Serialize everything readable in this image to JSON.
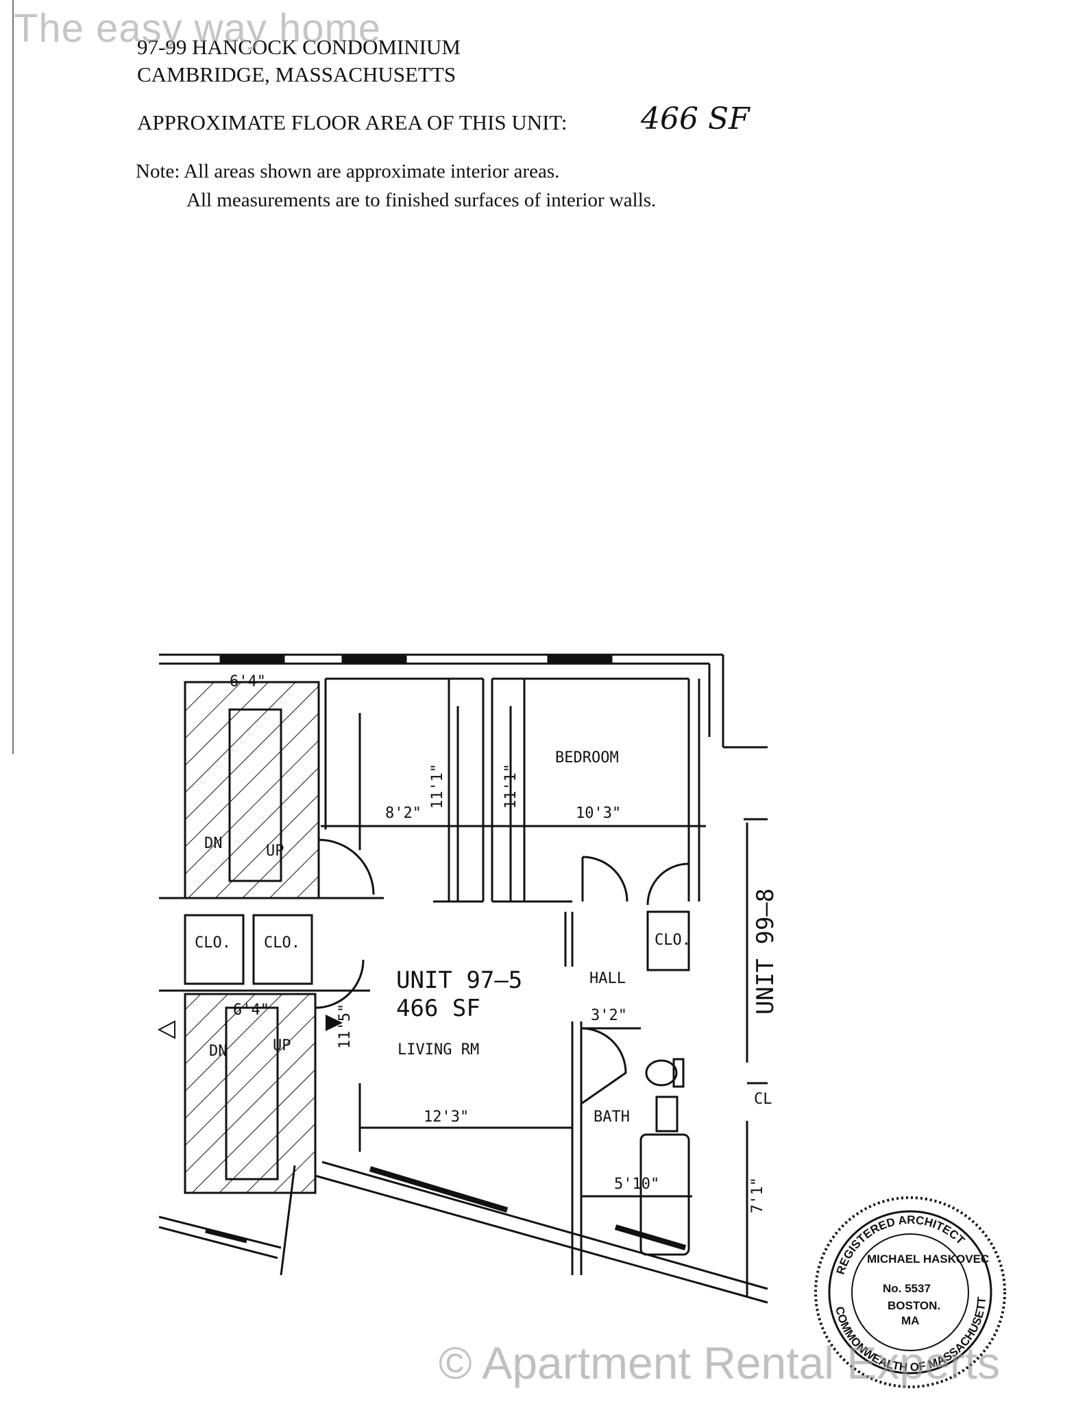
{
  "watermarks": {
    "top": "The easy way home",
    "bottom": "© Apartment Rental Experts"
  },
  "header": {
    "line1": "97-99 HANCOCK CONDOMINIUM",
    "line2": "CAMBRIDGE, MASSACHUSETTS",
    "area_label": "APPROXIMATE FLOOR AREA OF THIS UNIT:",
    "area_value_handwritten": "466 SF"
  },
  "notes": {
    "line1": "Note: All areas shown are approximate interior areas.",
    "line2": "All measurements are to finished surfaces of interior walls."
  },
  "plan": {
    "unit_name": "UNIT 97–5",
    "unit_area": "466 SF",
    "rooms": {
      "bedroom": "BEDROOM",
      "living": "LIVING RM",
      "hall": "HALL",
      "bath": "BATH",
      "clo1": "CLO.",
      "clo2": "CLO.",
      "clo3": "CLO.",
      "clo_cut": "CL"
    },
    "stairs": {
      "upper_dn": "DN",
      "upper_up": "UP",
      "lower_dn": "DN",
      "lower_up": "UP"
    },
    "dimensions": {
      "stair_upper_width": "6'4\"",
      "stair_lower_width": "6'4\"",
      "room_a_width": "8'2\"",
      "room_a_depth": "11'1\"",
      "bedroom_depth": "11'1\"",
      "bedroom_width": "10'3\"",
      "hall_width": "3'2\"",
      "living_depth": "11'5\"",
      "living_width": "12'3\"",
      "bath_width": "5'10\"",
      "right_cut": "7'1\""
    },
    "neighbor_unit": "UNIT 99–8"
  },
  "seal": {
    "top_arc": "REGISTERED ARCHITECT",
    "name": "MICHAEL HASKOVEC",
    "number": "No. 5537",
    "city": "BOSTON.",
    "state": "MA",
    "bottom_arc": "COMMONWEALTH OF MASSACHUSETTS"
  }
}
